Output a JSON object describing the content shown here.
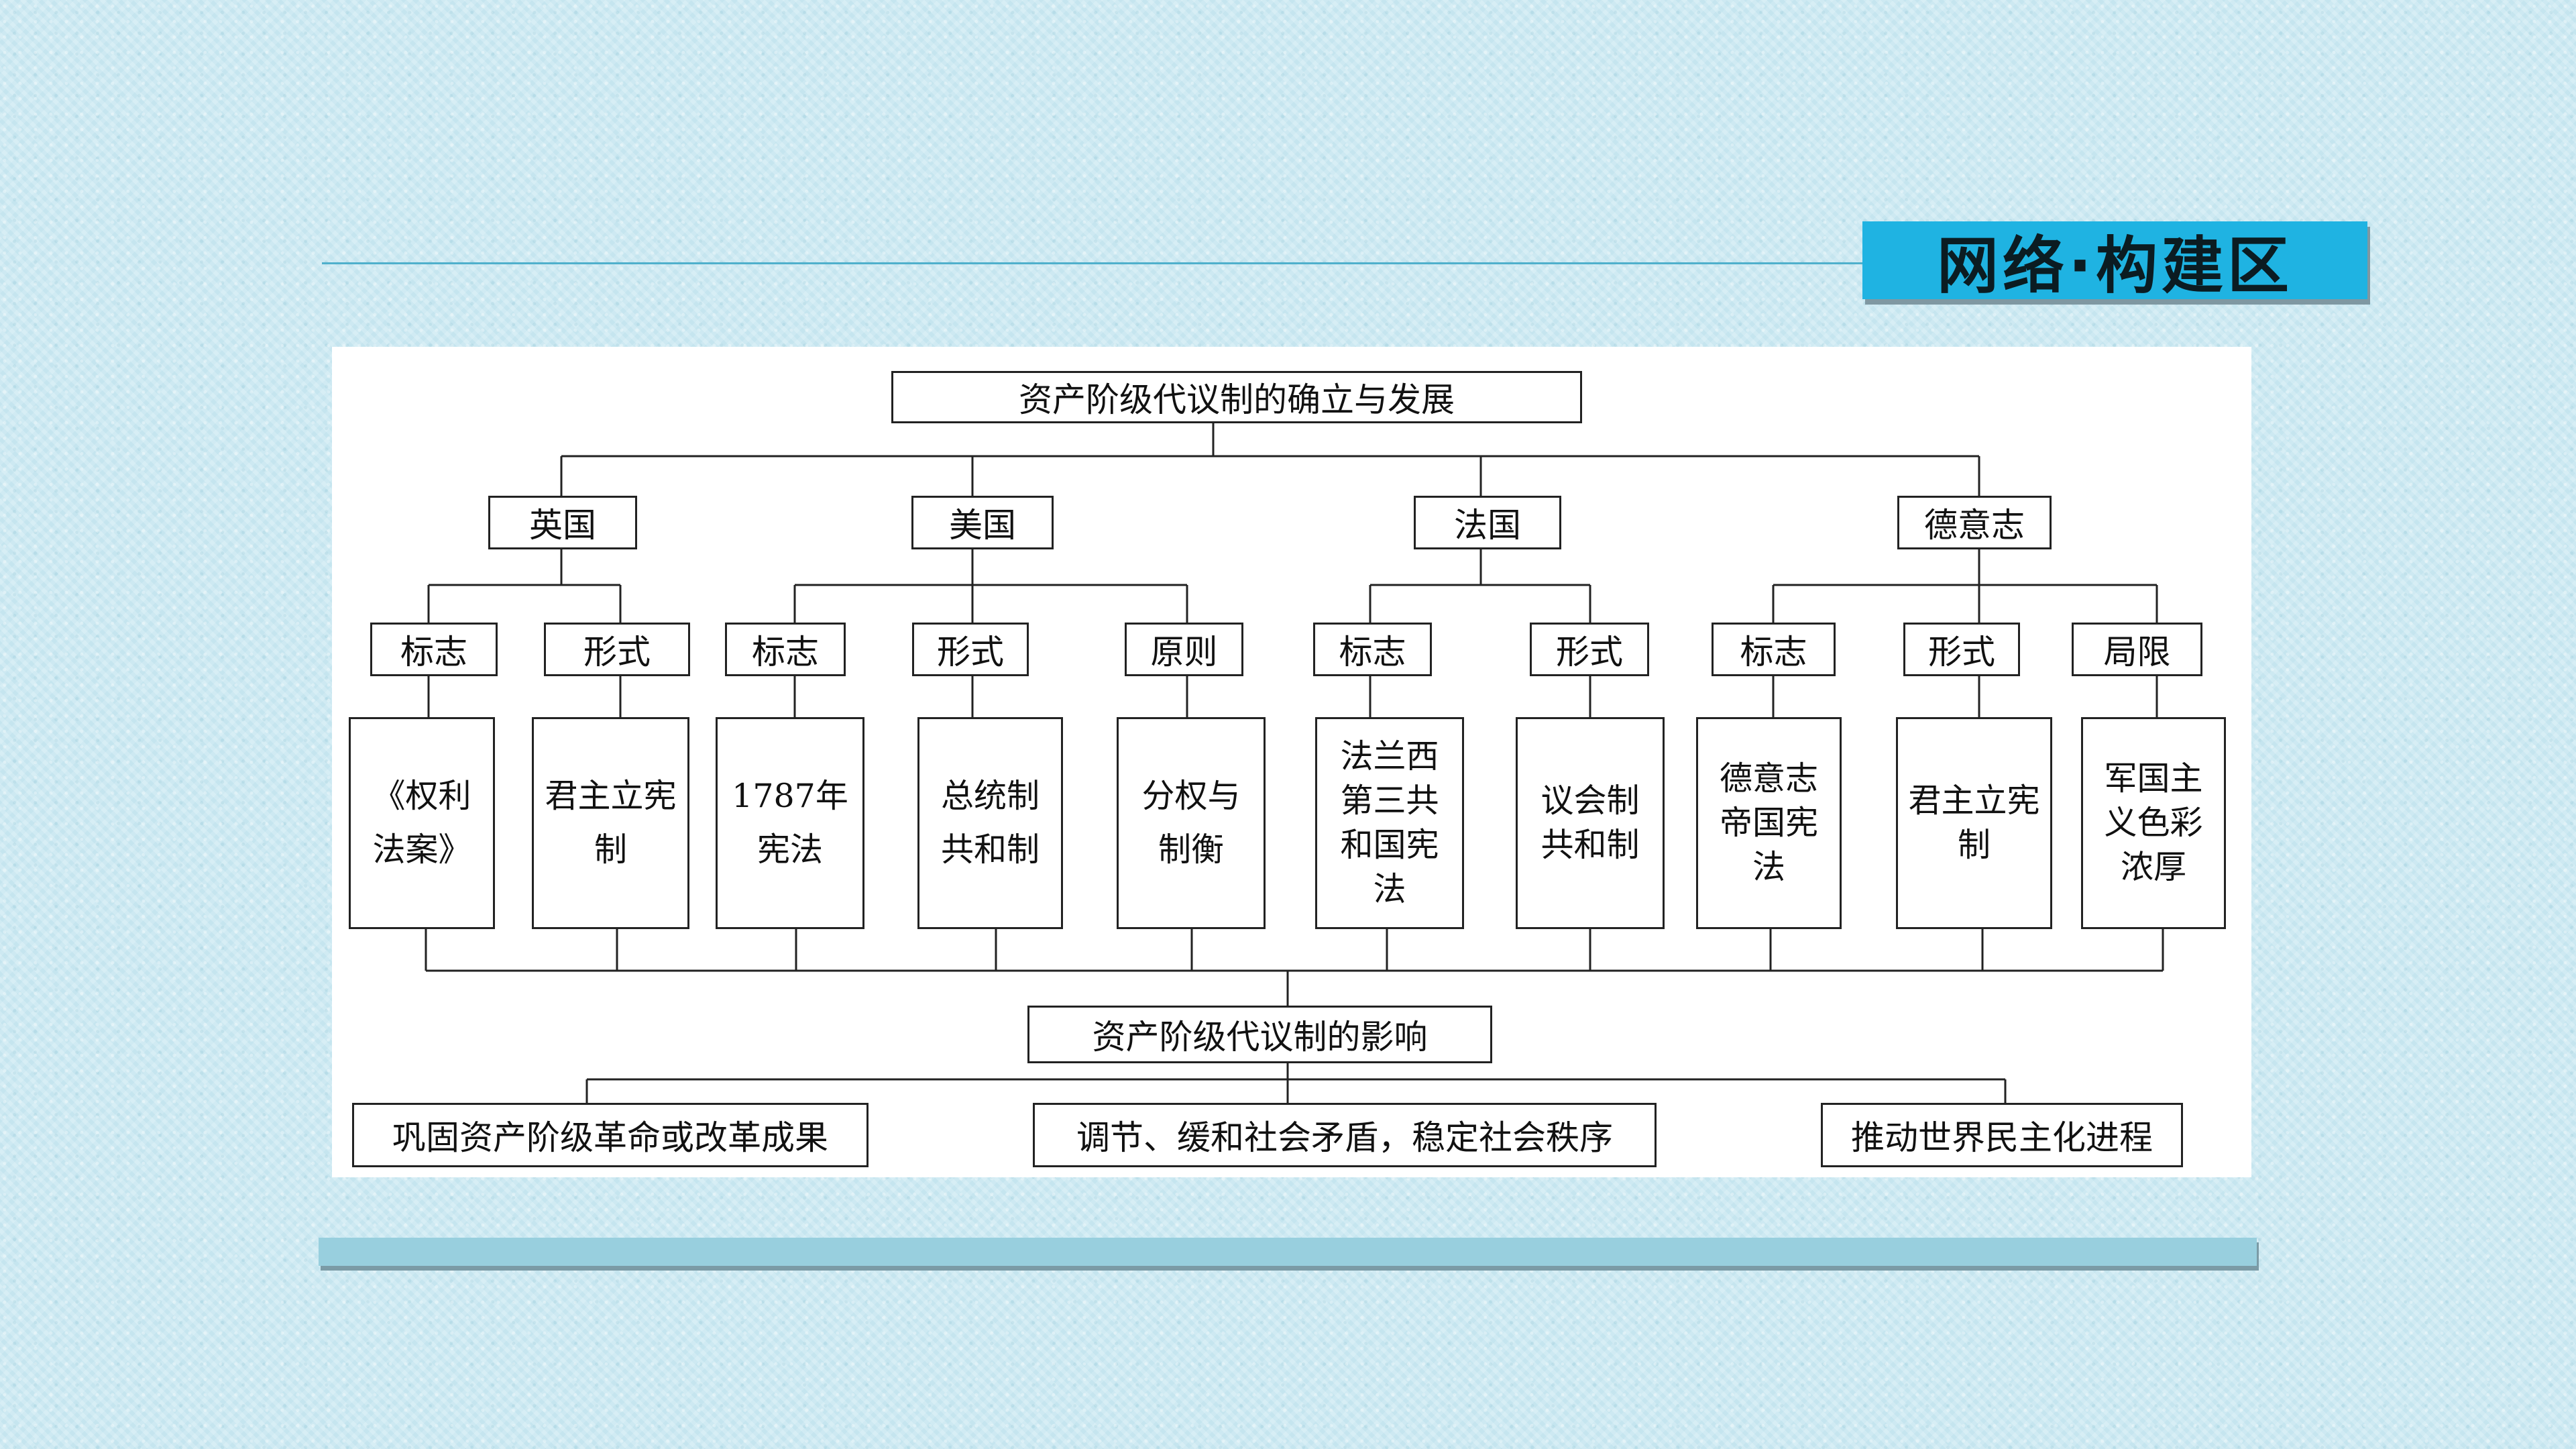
{
  "header": {
    "badge_text": "网络·构建区",
    "accent_color": "#1fb3e2"
  },
  "diagram": {
    "title": "资产阶级代议制的确立与发展",
    "countries": [
      {
        "name": "英国",
        "aspects": [
          "标志",
          "形式"
        ],
        "details": [
          "《权利法案》",
          "君主立宪制"
        ]
      },
      {
        "name": "美国",
        "aspects": [
          "标志",
          "形式",
          "原则"
        ],
        "details": [
          "1787年宪法",
          "总统制共和制",
          "分权与制衡"
        ]
      },
      {
        "name": "法国",
        "aspects": [
          "标志",
          "形式"
        ],
        "details": [
          "法兰西第三共和国宪法",
          "议会制共和制"
        ]
      },
      {
        "name": "德意志",
        "aspects": [
          "标志",
          "形式",
          "局限"
        ],
        "details": [
          "德意志帝国宪法",
          "君主立宪制",
          "军国主义色彩浓厚"
        ]
      }
    ],
    "influence_title": "资产阶级代议制的影响",
    "influences": [
      "巩固资产阶级革命或改革成果",
      "调节、缓和社会矛盾，稳定社会秩序",
      "推动世界民主化进程"
    ]
  }
}
